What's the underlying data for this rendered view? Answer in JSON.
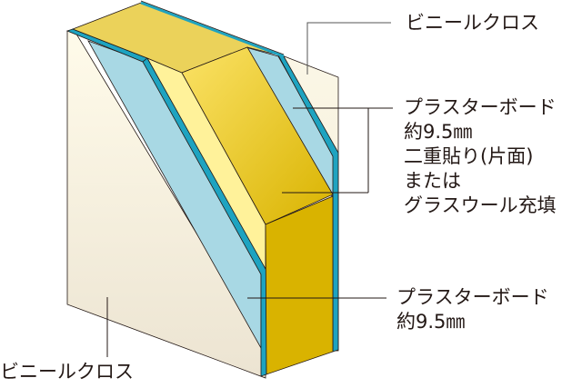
{
  "diagram": {
    "title": "Wall cross-section",
    "layers": [
      {
        "id": "vinyl-cross-back",
        "name": "ビニールクロス",
        "color": "#f8f4e4"
      },
      {
        "id": "plasterboard-back",
        "name": "プラスターボード",
        "color": "#a8d8e4"
      },
      {
        "id": "glass-wool",
        "name": "グラスウール",
        "color": "#d9b200"
      },
      {
        "id": "plasterboard-front",
        "name": "プラスターボード",
        "color": "#a8d8e4"
      },
      {
        "id": "vinyl-cross-front",
        "name": "ビニールクロス",
        "color": "#f4eedc"
      }
    ],
    "colors": {
      "cyan_edge": "#1ea3c0",
      "gold_top": "#ebd25a",
      "gold_face_light": "#f7dc55",
      "gold_face_dark": "#d6b000",
      "cream_light": "#fff6c0",
      "outline": "#231815",
      "leader": "#231815"
    }
  },
  "labels": {
    "top_right": {
      "lines": [
        "ビニールクロス"
      ]
    },
    "middle_right": {
      "lines": [
        "プラスターボード",
        "約9.5㎜",
        "二重貼り(片面)",
        "または",
        "グラスウール充填"
      ]
    },
    "lower_right": {
      "lines": [
        "プラスターボード",
        "約9.5㎜"
      ]
    },
    "bottom_left": {
      "lines": [
        "ビニールクロス"
      ]
    }
  }
}
